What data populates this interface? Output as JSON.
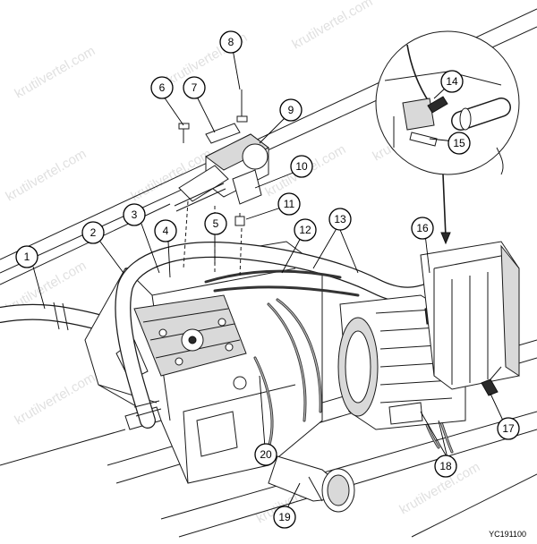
{
  "figure_code": "YC191100",
  "watermark": "krutilvertel.com",
  "callouts": [
    "1",
    "2",
    "3",
    "4",
    "5",
    "6",
    "7",
    "8",
    "9",
    "10",
    "11",
    "12",
    "13",
    "14",
    "15",
    "16",
    "17",
    "18",
    "19",
    "20"
  ]
}
